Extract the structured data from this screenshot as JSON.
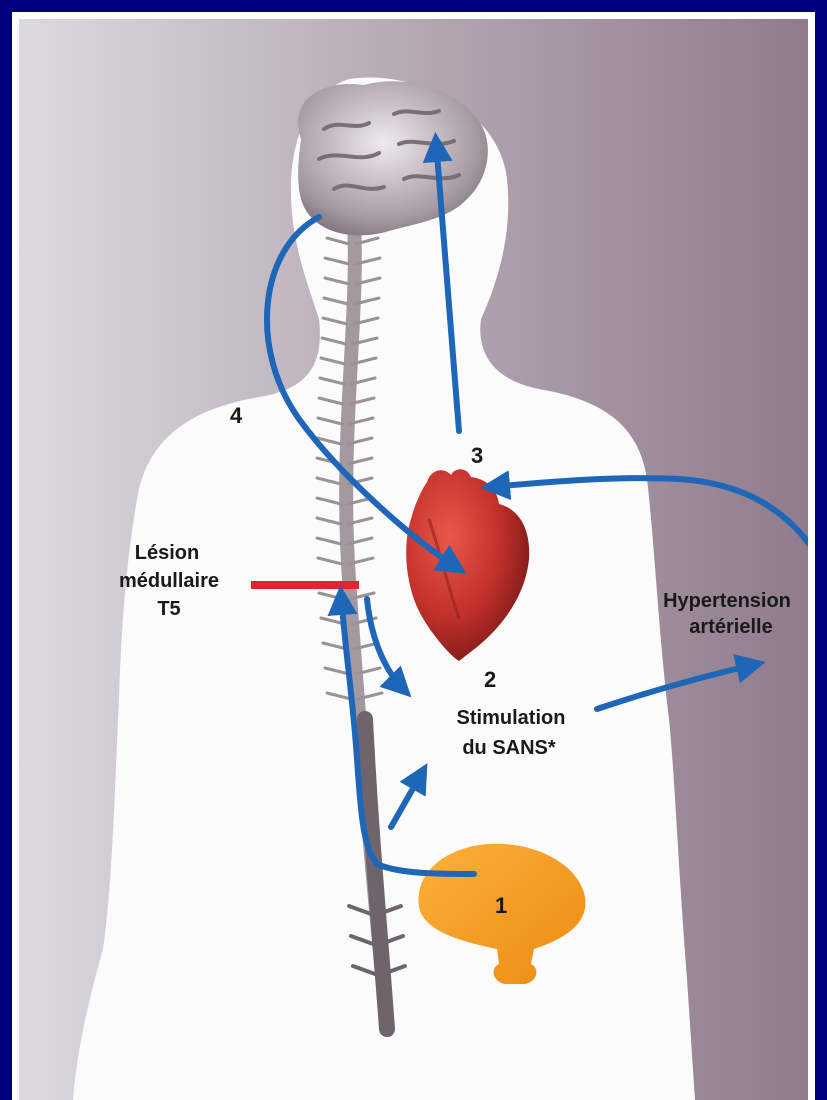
{
  "labels": {
    "lesion": [
      "Lésion",
      "médullaire",
      "T5"
    ],
    "stimulation": [
      "Stimulation",
      "du SANS*"
    ],
    "hypertension": [
      "Hypertension",
      "artérielle"
    ],
    "num1": "1",
    "num2": "2",
    "num3": "3",
    "num4": "4"
  },
  "colors": {
    "frame": "#00007f",
    "arrow": "#1e66b8",
    "lesion_bar": "#e8212e",
    "heart": "#c5322a",
    "bladder": "#f39a1d",
    "brain": "#9a8e94",
    "background_gradient": [
      "#d9d6dc",
      "#94808f"
    ]
  }
}
